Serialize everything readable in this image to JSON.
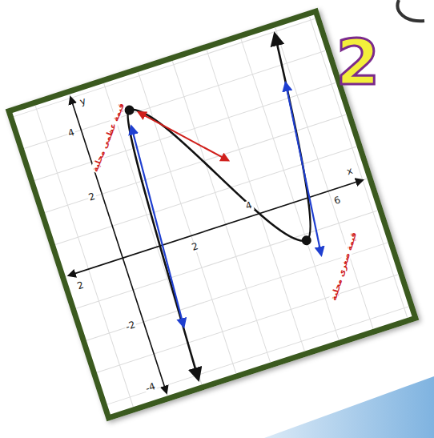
{
  "diagram": {
    "labels": [
      "y",
      "x",
      "4",
      "2",
      "-2",
      "-4",
      "2",
      "4",
      "6",
      "2",
      "قيمة عظمى محلية",
      "قيمة صغرى محلية",
      "2"
    ]
  }
}
